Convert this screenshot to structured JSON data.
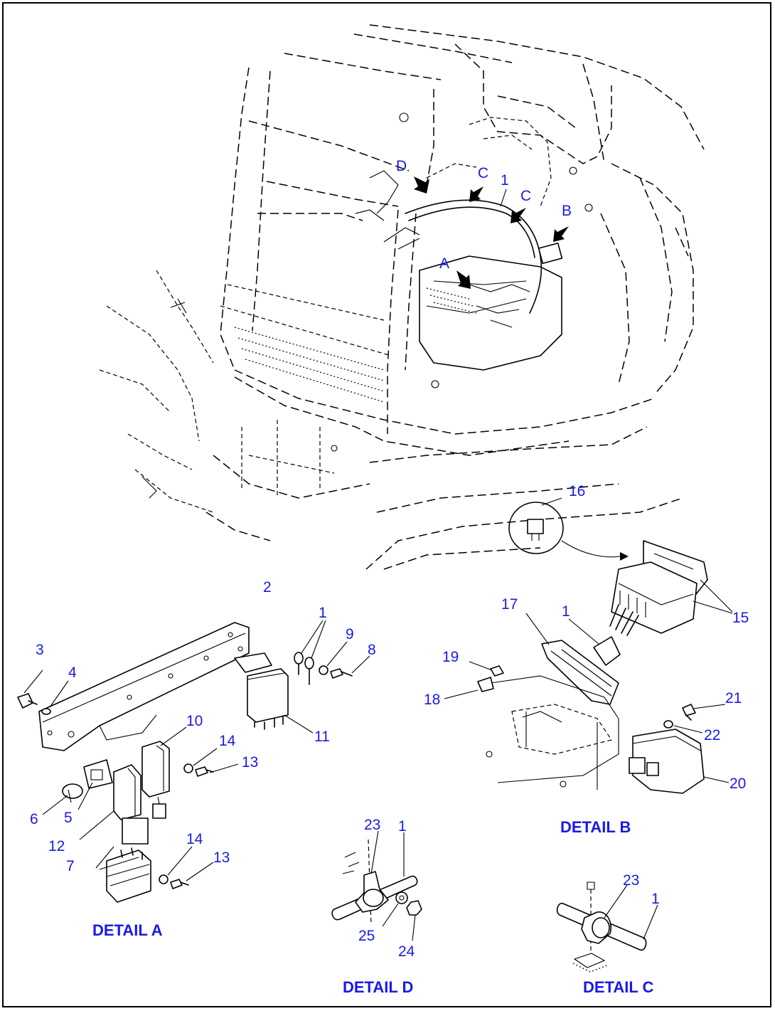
{
  "colors": {
    "label": "#1a1ae6",
    "line": "#000000",
    "background": "#ffffff"
  },
  "view_labels": {
    "a": "A",
    "b": "B",
    "c": "C",
    "d": "D"
  },
  "part_numbers": {
    "p1": "1",
    "p2": "2",
    "p3": "3",
    "p4": "4",
    "p5": "5",
    "p6": "6",
    "p7": "7",
    "p8": "8",
    "p9": "9",
    "p10": "10",
    "p11": "11",
    "p12": "12",
    "p13": "13",
    "p14": "14",
    "p15": "15",
    "p16": "16",
    "p17": "17",
    "p18": "18",
    "p19": "19",
    "p20": "20",
    "p21": "21",
    "p22": "22",
    "p23": "23",
    "p24": "24",
    "p25": "25"
  },
  "details": {
    "a": "DETAIL A",
    "b": "DETAIL B",
    "c": "DETAIL C",
    "d": "DETAIL D"
  }
}
